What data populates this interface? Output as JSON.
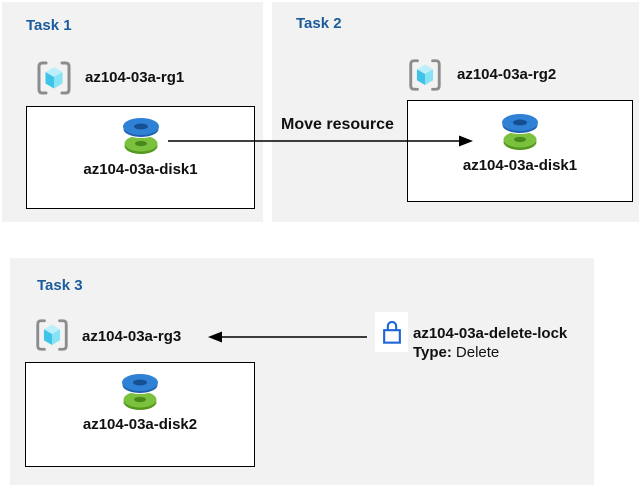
{
  "page": {
    "background": "#ffffff"
  },
  "colors": {
    "panel_bg": "#f2f2f2",
    "task_title_blue": "#1d5c9b",
    "text": "#111111",
    "box_border": "#000000",
    "arrow": "#000000",
    "lock_stroke": "#1e66d6",
    "disk_blue_top": "#2f81d6",
    "disk_blue_side": "#1d5fb0",
    "disk_green_top": "#7cc13e",
    "disk_green_side": "#54981f",
    "rg_cube_top": "#bdeffb",
    "rg_cube_left": "#3fc3e8",
    "rg_cube_right": "#86e3f6",
    "rg_bracket_gray": "#8c8c8c"
  },
  "tasks": [
    {
      "title": "Task 1",
      "resource_group": "az104-03a-rg1",
      "resource": "az104-03a-disk1"
    },
    {
      "title": "Task 2",
      "resource_group": "az104-03a-rg2",
      "resource": "az104-03a-disk1"
    },
    {
      "title": "Task 3",
      "resource_group": "az104-03a-rg3",
      "resource": "az104-03a-disk2"
    }
  ],
  "annotations": {
    "move_arrow_label": "Move resource",
    "lock_name": "az104-03a-delete-lock",
    "lock_type_label": "Type:",
    "lock_type_value": "Delete"
  },
  "icons": {
    "resource_group": "resource-group-icon",
    "disk": "disk-icon",
    "lock": "lock-icon"
  }
}
